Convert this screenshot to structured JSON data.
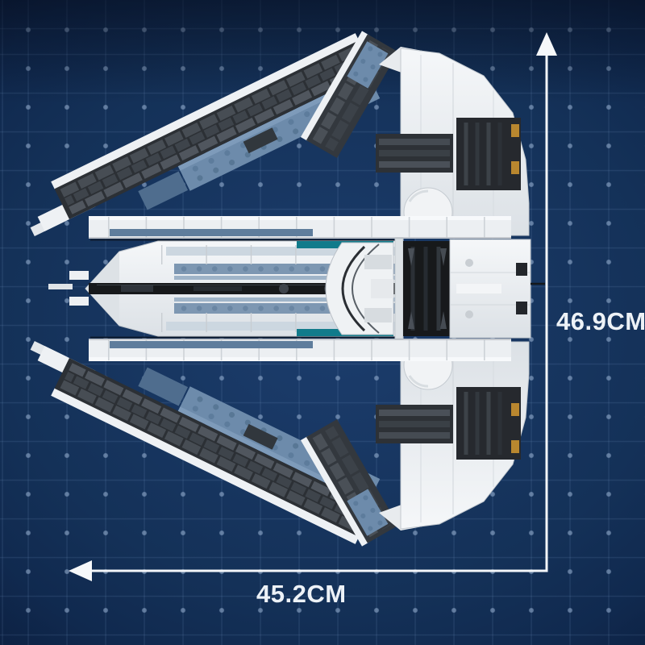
{
  "page": {
    "kind": "product dimension illustration"
  },
  "subject": {
    "description": "Brick-built spacecraft model, top view with nose pointing left",
    "style": "toy-brick build: white hull, dark gray leading edges, slate blue stud plates, black technic core on a navy blueprint grid"
  },
  "dimensions": {
    "height": {
      "label": "46.9CM",
      "orientation": "vertical"
    },
    "width": {
      "label": "45.2CM",
      "orientation": "horizontal"
    }
  },
  "icons": {
    "up_arrow": "arrow-up-icon",
    "left_arrow": "arrow-left-icon"
  },
  "colors": {
    "background": "#122c52",
    "grid_line": "#27456f",
    "grid_dot": "#5a7392",
    "dimension": "#f3f6f9",
    "hull_white": "#eceff2",
    "brick_dark": "#3a4046",
    "plate_blue": "#6d8bab",
    "teal_accent": "#117b8b",
    "gold_accent": "#b9872f",
    "technic_black": "#17191c"
  }
}
